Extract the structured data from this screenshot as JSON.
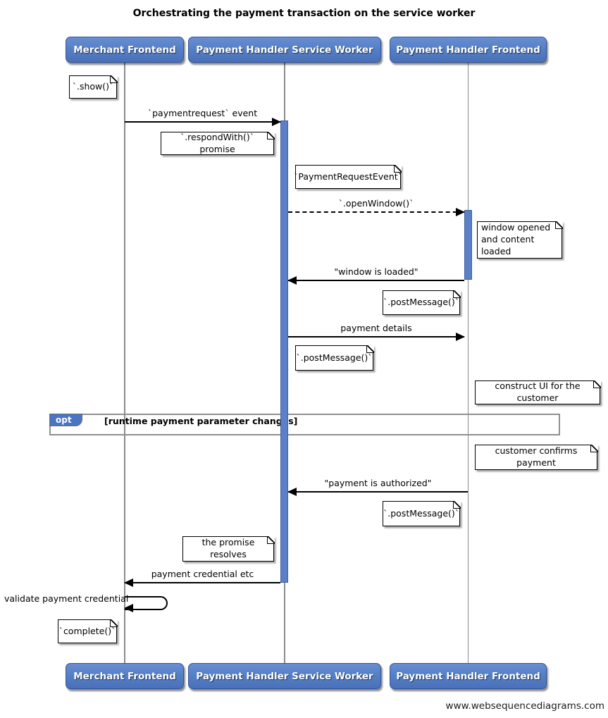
{
  "title": "Orchestrating the payment transaction on the service worker",
  "watermark": "www.websequencediagrams.com",
  "colors": {
    "actor_fill": "#4d76be",
    "activation": "#5b80c8",
    "lifeline": "#8c8c8c",
    "fragment_border": "#8f8f8f",
    "note_bg": "#ffffff"
  },
  "actors": [
    {
      "label": "Merchant Frontend"
    },
    {
      "label": "Payment Handler Service Worker"
    },
    {
      "label": "Payment Handler Frontend"
    }
  ],
  "messages": [
    {
      "label": "`paymentrequest` event",
      "from": "Merchant Frontend",
      "to": "Payment Handler Service Worker",
      "style": "solid"
    },
    {
      "label": "`.openWindow()`",
      "from": "Payment Handler Service Worker",
      "to": "Payment Handler Frontend",
      "style": "dashed"
    },
    {
      "label": "\"window is loaded\"",
      "from": "Payment Handler Frontend",
      "to": "Payment Handler Service Worker",
      "style": "solid"
    },
    {
      "label": "payment details",
      "from": "Payment Handler Service Worker",
      "to": "Payment Handler Frontend",
      "style": "solid"
    },
    {
      "label": "\"payment is authorized\"",
      "from": "Payment Handler Frontend",
      "to": "Payment Handler Service Worker",
      "style": "solid"
    },
    {
      "label": "payment credential etc",
      "from": "Payment Handler Service Worker",
      "to": "Merchant Frontend",
      "style": "solid"
    },
    {
      "label": "validate payment credential",
      "from": "Merchant Frontend",
      "to": "Merchant Frontend",
      "style": "self"
    }
  ],
  "notes": [
    {
      "text": "`.show()`"
    },
    {
      "text": "`.respondWith()` promise"
    },
    {
      "text": "`PaymentRequestEvent`"
    },
    {
      "text": "window opened\nand content loaded"
    },
    {
      "text": "`.postMessage()`"
    },
    {
      "text": "`.postMessage()`"
    },
    {
      "text": "construct UI for the customer"
    },
    {
      "text": "customer confirms payment"
    },
    {
      "text": "`.postMessage()`"
    },
    {
      "text": "the promise resolves"
    },
    {
      "text": "`complete()`"
    }
  ],
  "fragment": {
    "keyword": "opt",
    "condition": "[runtime payment parameter changes]"
  }
}
